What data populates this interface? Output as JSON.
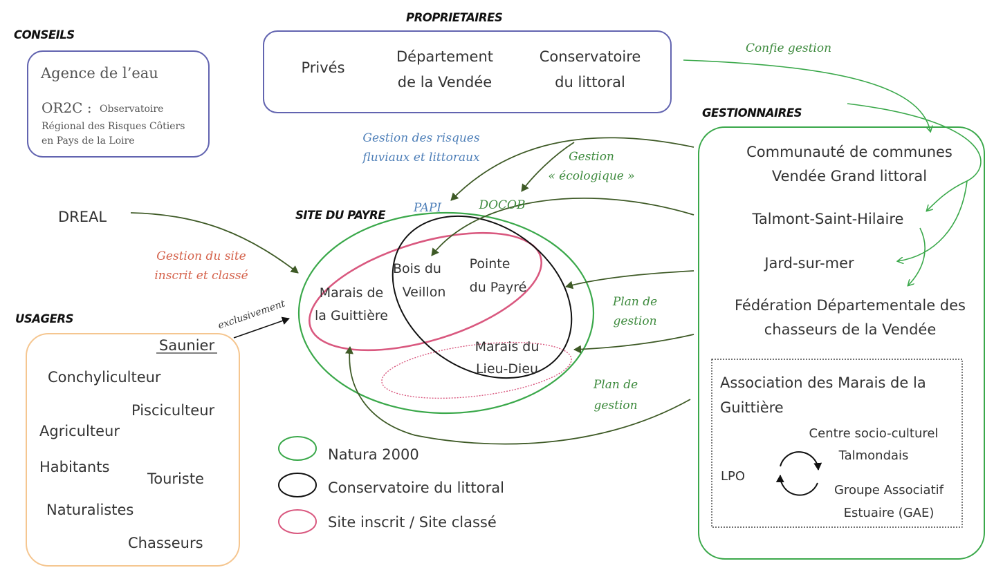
{
  "colors": {
    "green": "#3aa84a",
    "dark_green_arrow": "#3e5a26",
    "pink": "#d9587f",
    "purple": "#6264b0",
    "orange": "#f5c690",
    "label_green": "#3d8a3d",
    "label_blue": "#4e7fb8",
    "label_red": "#d4614a"
  },
  "conseils": {
    "title": "CONSEILS",
    "agence": "Agence de l’eau",
    "or2c_code": "OR2C :",
    "or2c_line1": "Observatoire",
    "or2c_line2": "Régional des Risques Côtiers",
    "or2c_line3": "en Pays de la Loire"
  },
  "proprietaires": {
    "title": "PROPRIETAIRES",
    "prives": "Privés",
    "dept_line1": "Département",
    "dept_line2": "de la Vendée",
    "cons_line1": "Conservatoire",
    "cons_line2": "du littoral"
  },
  "gestionnaires": {
    "title": "GESTIONNAIRES",
    "cc_line1": "Communauté de communes",
    "cc_line2": "Vendée Grand littoral",
    "talmont": "Talmont-Saint-Hilaire",
    "jard": "Jard-sur-mer",
    "fed_line1": "Fédération Départementale des",
    "fed_line2": "chasseurs de la Vendée",
    "assoc_line1": "Association des Marais de la",
    "assoc_line2": "Guittière",
    "centre_line1": "Centre socio-culturel",
    "centre_line2": "Talmondais",
    "lpo": "LPO",
    "gae_line1": "Groupe Associatif",
    "gae_line2": "Estuaire (GAE)"
  },
  "usagers": {
    "title": "USAGERS",
    "saunier": "Saunier",
    "items": [
      "Conchyliculteur",
      "Pisciculteur",
      "Agriculteur",
      "Habitants",
      "Touriste",
      "Naturalistes",
      "Chasseurs"
    ]
  },
  "site": {
    "title": "SITE DU PAYRE",
    "marais_guittiere_1": "Marais de",
    "marais_guittiere_2": "la Guittière",
    "bois_1": "Bois du",
    "bois_2": "Veillon",
    "pointe_1": "Pointe",
    "pointe_2": "du Payré",
    "lieu_dieu_1": "Marais du",
    "lieu_dieu_2": "Lieu-Dieu"
  },
  "dreal": "DREAL",
  "labels": {
    "confie_gestion": "Confie gestion",
    "gestion_risques_1": "Gestion des risques",
    "gestion_risques_2": "fluviaux et littoraux",
    "gestion_eco_1": "Gestion",
    "gestion_eco_2": "« écologique »",
    "papi": "PAPI",
    "docob": "DOCOB",
    "gestion_site_1": "Gestion du site",
    "gestion_site_2": "inscrit et classé",
    "exclusivement": "exclusivement",
    "plan1_1": "Plan de",
    "plan1_2": "gestion",
    "plan2_1": "Plan de",
    "plan2_2": "gestion"
  },
  "legend": [
    {
      "label": "Natura 2000",
      "color": "#3aa84a"
    },
    {
      "label": "Conservatoire du littoral",
      "color": "#111111"
    },
    {
      "label": "Site inscrit / Site classé",
      "color": "#d9587f"
    }
  ]
}
